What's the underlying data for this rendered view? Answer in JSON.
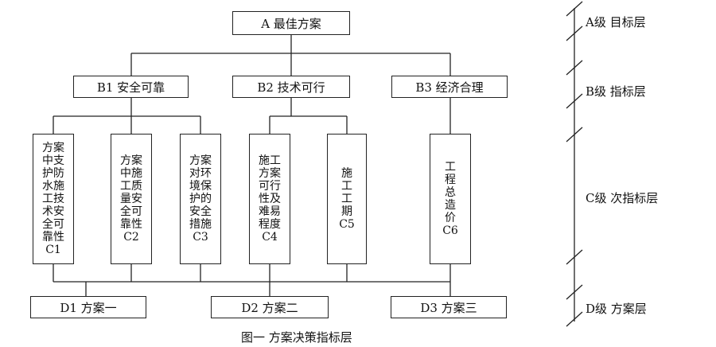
{
  "root": {
    "label": "A  最佳方案"
  },
  "criteria": [
    {
      "label": "B1  安全可靠"
    },
    {
      "label": "B2  技术可行"
    },
    {
      "label": "B3  经济合理"
    }
  ],
  "indicators": [
    {
      "text": "方案\n中支\n护防\n水施\n工技\n术安\n全可\n靠性\nC1"
    },
    {
      "text": "方案\n中施\n工质\n量安\n全可\n靠性\nC2"
    },
    {
      "text": "方案\n对环\n境保\n护的\n安全\n措施\nC3"
    },
    {
      "text": "施工\n方案\n可行\n性及\n难易\n程度\nC4"
    },
    {
      "text": "施\n工\n工\n期\nC5"
    },
    {
      "text": "工\n程\n总\n造\n价\nC6"
    }
  ],
  "alternatives": [
    {
      "label": "D1  方案一"
    },
    {
      "label": "D2  方案二"
    },
    {
      "label": "D3  方案三"
    }
  ],
  "levels": [
    {
      "label": "A级  目标层"
    },
    {
      "label": "B级  指标层"
    },
    {
      "label": "C级  次指标层"
    },
    {
      "label": "D级  方案层"
    }
  ],
  "caption": "图一  方案决策指标层"
}
